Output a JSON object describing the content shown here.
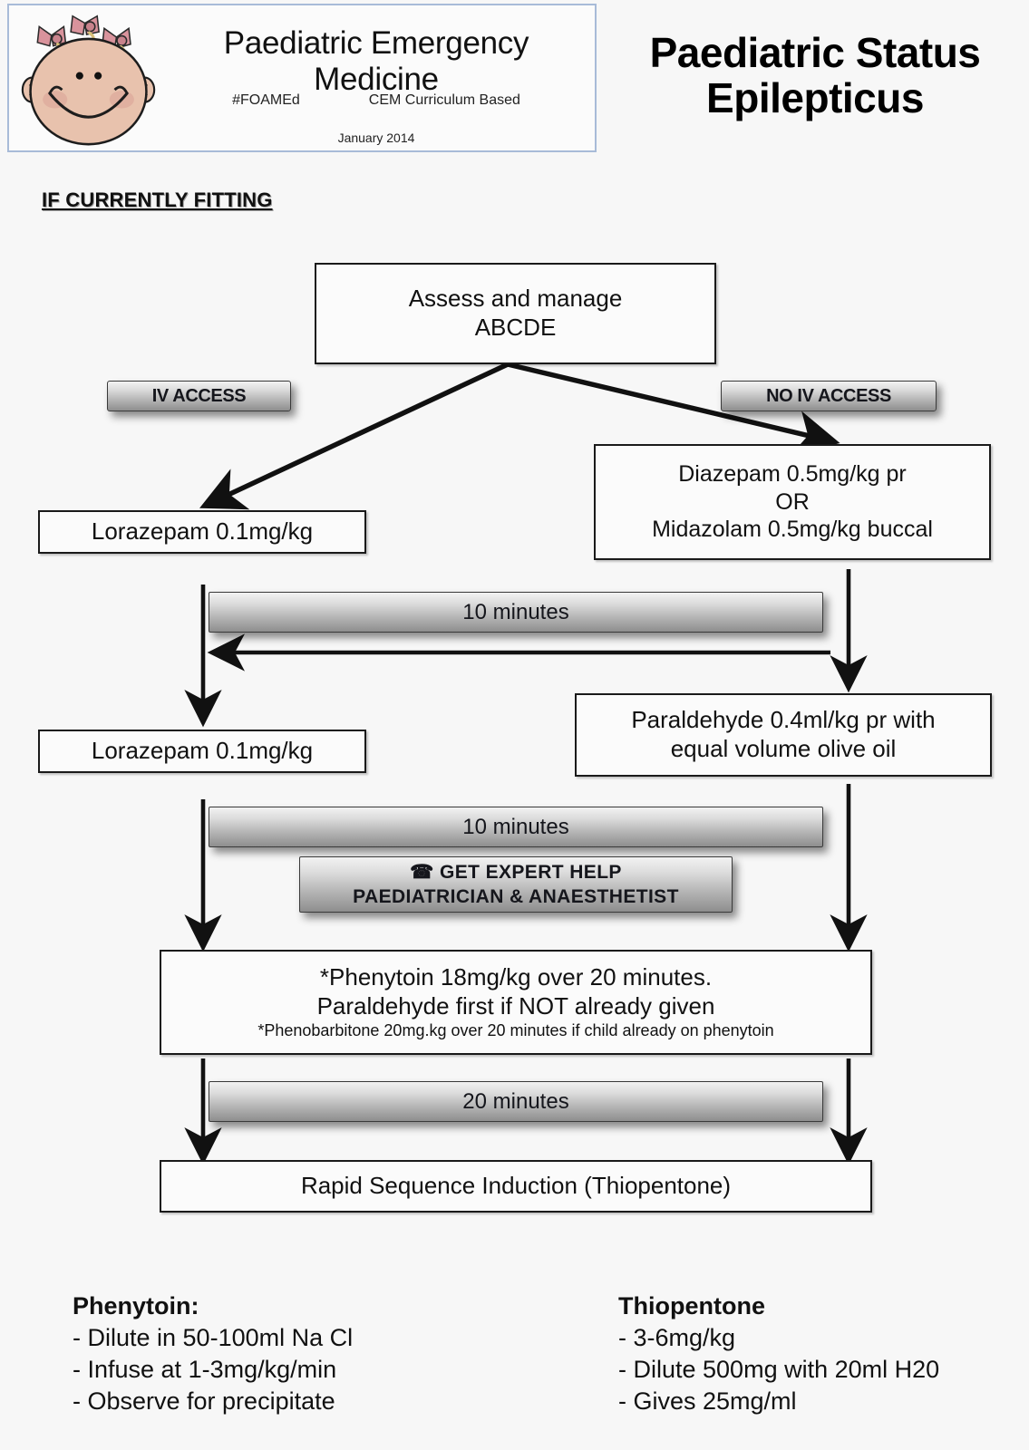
{
  "header": {
    "brand_title": "Paediatric Emergency Medicine",
    "tag_foamed": "#FOAMEd",
    "tag_curriculum": "CEM Curriculum Based",
    "date": "January 2014",
    "main_title_line1": "Paediatric",
    "main_title_line2": "Status Epilepticus",
    "logo_name": "smiling-baby-face-logo"
  },
  "section": {
    "heading": "IF CURRENTLY FITTING"
  },
  "flow": {
    "assess": {
      "line1": "Assess and manage",
      "line2": "ABCDE"
    },
    "iv_access": "IV ACCESS",
    "no_iv_access": "NO IV ACCESS",
    "no_iv_drug": {
      "line1": "Diazepam 0.5mg/kg pr",
      "line2": "OR",
      "line3": "Midazolam 0.5mg/kg buccal"
    },
    "lorazepam_1": "Lorazepam 0.1mg/kg",
    "timer_1": "10 minutes",
    "lorazepam_2": "Lorazepam 0.1mg/kg",
    "paraldehyde": {
      "line1": "Paraldehyde 0.4ml/kg pr with",
      "line2": "equal volume olive oil"
    },
    "timer_2": "10 minutes",
    "expert_help": {
      "icon": "telephone-icon",
      "icon_glyph": "☎",
      "line1": "GET EXPERT HELP",
      "line2": "PAEDIATRICIAN & ANAESTHETIST"
    },
    "phenytoin_box": {
      "line1": "*Phenytoin 18mg/kg over 20 minutes.",
      "line2": "Paraldehyde first if NOT already given",
      "line3": "*Phenobarbitone 20mg.kg over 20 minutes if child already on phenytoin"
    },
    "timer_3": "20 minutes",
    "rsi": "Rapid Sequence Induction (Thiopentone)"
  },
  "notes": {
    "phenytoin": {
      "heading": "Phenytoin:",
      "items": [
        "- Dilute in 50-100ml Na Cl",
        "- Infuse at 1-3mg/kg/min",
        "- Observe for precipitate"
      ]
    },
    "thiopentone": {
      "heading": "Thiopentone",
      "items": [
        "- 3-6mg/kg",
        "- Dilute 500mg with 20ml H20",
        "- Gives 25mg/ml"
      ]
    }
  },
  "colors": {
    "page_bg": "#f7f7f7",
    "brand_border": "#a8bbd8",
    "box_border": "#1a1a1a",
    "chip_top": "#f2f2f2",
    "chip_bottom": "#8e8e8e",
    "ink": "#111111"
  }
}
